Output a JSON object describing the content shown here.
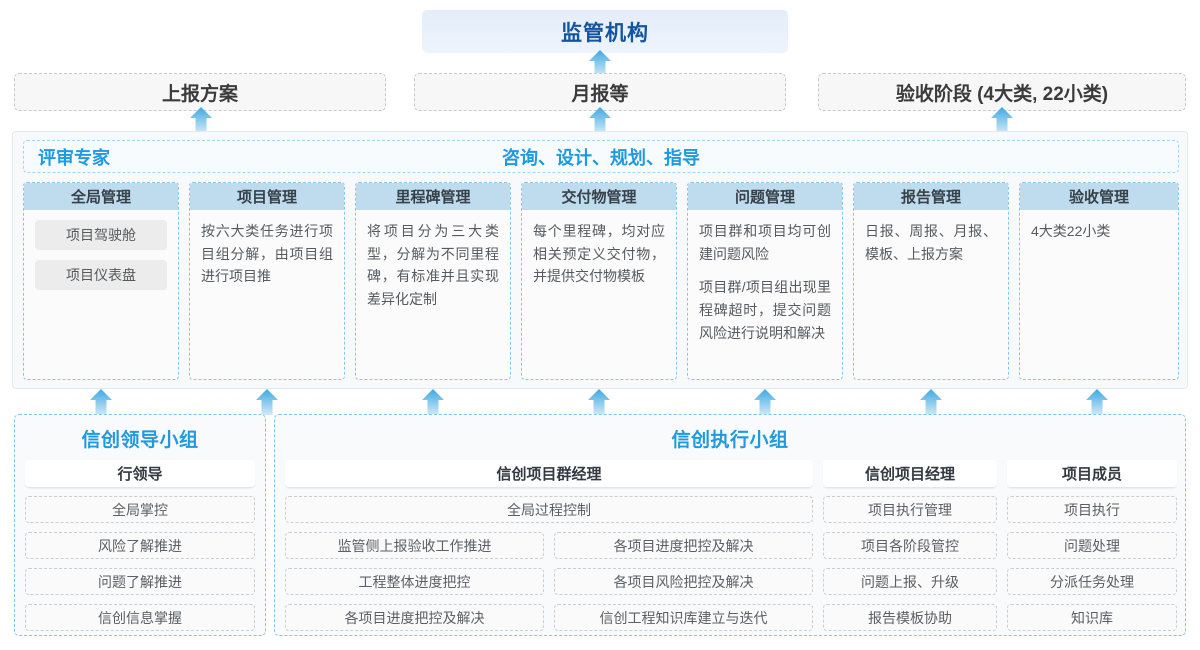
{
  "regulator": {
    "label": "监管机构"
  },
  "reports": [
    {
      "label": "上报方案"
    },
    {
      "label": "月报等"
    },
    {
      "label": "验收阶段 (4大类, 22小类)"
    }
  ],
  "management": {
    "header_left": "评审专家",
    "header_center": "咨询、设计、规划、指导",
    "columns": [
      {
        "title": "全局管理",
        "desc": "",
        "pills": [
          "项目驾驶舱",
          "项目仪表盘"
        ]
      },
      {
        "title": "项目管理",
        "desc": "按六大类任务进行项目组分解，由项目组进行项目推",
        "pills": []
      },
      {
        "title": "里程碑管理",
        "desc": "将项目分为三大类型，分解为不同里程碑，有标准并且实现差异化定制",
        "pills": []
      },
      {
        "title": "交付物管理",
        "desc": "每个里程碑，均对应相关预定义交付物，并提供交付物模板",
        "pills": []
      },
      {
        "title": "问题管理",
        "desc": "项目群和项目均可创建问题风险",
        "desc2": "项目群/项目组出现里程碑超时，提交问题风险进行说明和解决",
        "pills": []
      },
      {
        "title": "报告管理",
        "desc": "日报、周报、月报、模板、上报方案",
        "pills": []
      },
      {
        "title": "验收管理",
        "desc": "4大类22小类",
        "pills": []
      }
    ]
  },
  "groups": {
    "leadership": {
      "title": "信创领导小组",
      "role": "行领导",
      "tasks": [
        "全局掌控",
        "风险了解推进",
        "问题了解推进",
        "信创信息掌握"
      ]
    },
    "execution": {
      "title": "信创执行小组",
      "program_manager": {
        "role": "信创项目群经理",
        "full_task": "全局过程控制",
        "tasks_left": [
          "监管侧上报验收工作推进",
          "工程整体进度把控",
          "各项目进度把控及解决"
        ],
        "tasks_right": [
          "各项目进度把控及解决",
          "各项目风险把控及解决",
          "信创工程知识库建立与迭代"
        ]
      },
      "project_manager": {
        "role": "信创项目经理",
        "tasks": [
          "项目执行管理",
          "项目各阶段管控",
          "问题上报、升级",
          "报告模板协助"
        ]
      },
      "project_member": {
        "role": "项目成员",
        "tasks": [
          "项目执行",
          "问题处理",
          "分派任务处理",
          "知识库"
        ]
      }
    }
  },
  "colors": {
    "accent_blue": "#1f9ae0",
    "title_blue": "#1455a0",
    "col_header_blue": "#bfdcee",
    "arrow_blue": "#45b0e3"
  }
}
